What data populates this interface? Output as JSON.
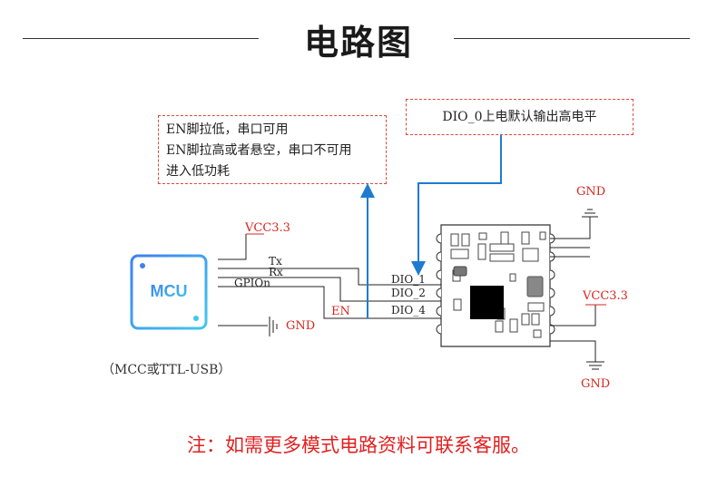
{
  "title": "电路图",
  "note": "注：如需更多模式电路资料可联系客服。",
  "info_box_left": {
    "lines": [
      "EN脚拉低，串口可用",
      "EN脚拉高或者悬空，串口不可用",
      "进入低功耗"
    ]
  },
  "info_box_right": {
    "text": "DIO_0上电默认输出高电平"
  },
  "mcu": {
    "label": "MCU",
    "caption": "（MCC或TTL-USB）"
  },
  "labels": {
    "vcc_left": "VCC3.3",
    "vcc_right": "VCC3.3",
    "gnd_left": "GND",
    "gnd_top": "GND",
    "gnd_bottom": "GND",
    "tx": "Tx",
    "rx": "Rx",
    "gpio": "GPIOn",
    "en": "EN",
    "dio1": "DIO_1",
    "dio2": "DIO_2",
    "dio4": "DIO_4"
  },
  "colors": {
    "red": "#d9251c",
    "blue": "#1f7bd1",
    "mcu_blue": "#3f7ff0",
    "mcu_cyan": "#40c8ee"
  }
}
